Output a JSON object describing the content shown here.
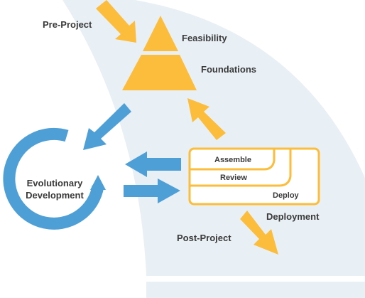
{
  "diagram": {
    "labels": {
      "pre_project": "Pre-Project",
      "feasibility": "Feasibility",
      "foundations": "Foundations",
      "evolutionary_line1": "Evolutionary",
      "evolutionary_line2": "Development",
      "assemble": "Assemble",
      "review": "Review",
      "deploy": "Deploy",
      "deployment": "Deployment",
      "post_project": "Post-Project"
    },
    "colors": {
      "orange": "#fbbd3b",
      "blue": "#4f9fd7",
      "background_shape": "#e9f0f5",
      "text": "#3a3a3a"
    }
  }
}
